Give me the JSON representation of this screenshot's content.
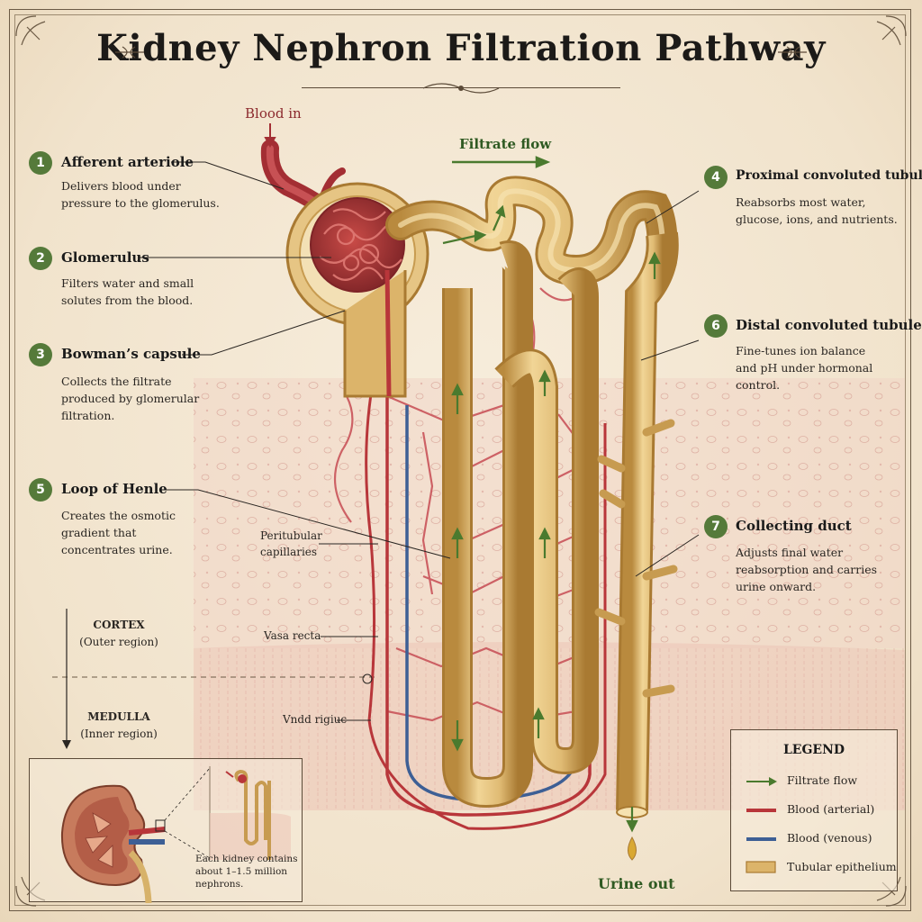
{
  "title": "Kidney Nephron Filtration Pathway",
  "blood_in": "Blood in",
  "filtrate_flow": "Filtrate flow",
  "urine_out": "Urine out",
  "steps": [
    {
      "num": "1",
      "heading": "Afferent arteriole",
      "lines": [
        "Delivers blood under",
        "pressure to the glomerulus."
      ]
    },
    {
      "num": "2",
      "heading": "Glomerulus",
      "lines": [
        "Filters water and small",
        "solutes from the blood."
      ]
    },
    {
      "num": "3",
      "heading": "Bowman’s capsule",
      "lines": [
        "Collects the filtrate",
        "produced by glomerular",
        "filtration."
      ]
    },
    {
      "num": "4",
      "heading": "Proximal convoluted tubule",
      "lines": [
        "Reabsorbs most water,",
        "glucose, ions, and nutrients."
      ]
    },
    {
      "num": "5",
      "heading": "Loop of Henle",
      "lines": [
        "Creates the osmotic",
        "gradient that",
        "concentrates urine."
      ]
    },
    {
      "num": "6",
      "heading": "Distal convoluted tubule",
      "lines": [
        "Fine-tunes ion balance",
        "and pH under hormonal",
        "control."
      ]
    },
    {
      "num": "7",
      "heading": "Collecting duct",
      "lines": [
        "Adjusts final water",
        "reabsorption and carries",
        "urine onward."
      ]
    }
  ],
  "labels": {
    "peritubular_1": "Peritubular",
    "peritubular_2": "capillaries",
    "vasa_recta": "Vasa recta",
    "vndd": "Vndd rigiuc"
  },
  "zones": {
    "cortex": "CORTEX",
    "cortex_sub": "(Outer region)",
    "medulla": "MEDULLA",
    "medulla_sub": "(Inner region)"
  },
  "legend": {
    "title": "LEGEND",
    "items": [
      {
        "label": "Filtrate flow",
        "type": "arrow",
        "color": "#4a7a2e"
      },
      {
        "label": "Blood (arterial)",
        "type": "line",
        "color": "#b8363a"
      },
      {
        "label": "Blood (venous)",
        "type": "line",
        "color": "#3d5f95"
      },
      {
        "label": "Tubular epithelium",
        "type": "box",
        "color": "#dcb46a"
      }
    ]
  },
  "inset": {
    "lines": [
      "Each kidney contains",
      "about 1–1.5 million",
      "nephrons."
    ]
  },
  "colors": {
    "tubule": "#e2bf78",
    "tubule_dark": "#b98a3e",
    "artery": "#b8363a",
    "vein": "#3d5f95",
    "badge": "#557a3a",
    "arrow": "#4a7a2e"
  }
}
